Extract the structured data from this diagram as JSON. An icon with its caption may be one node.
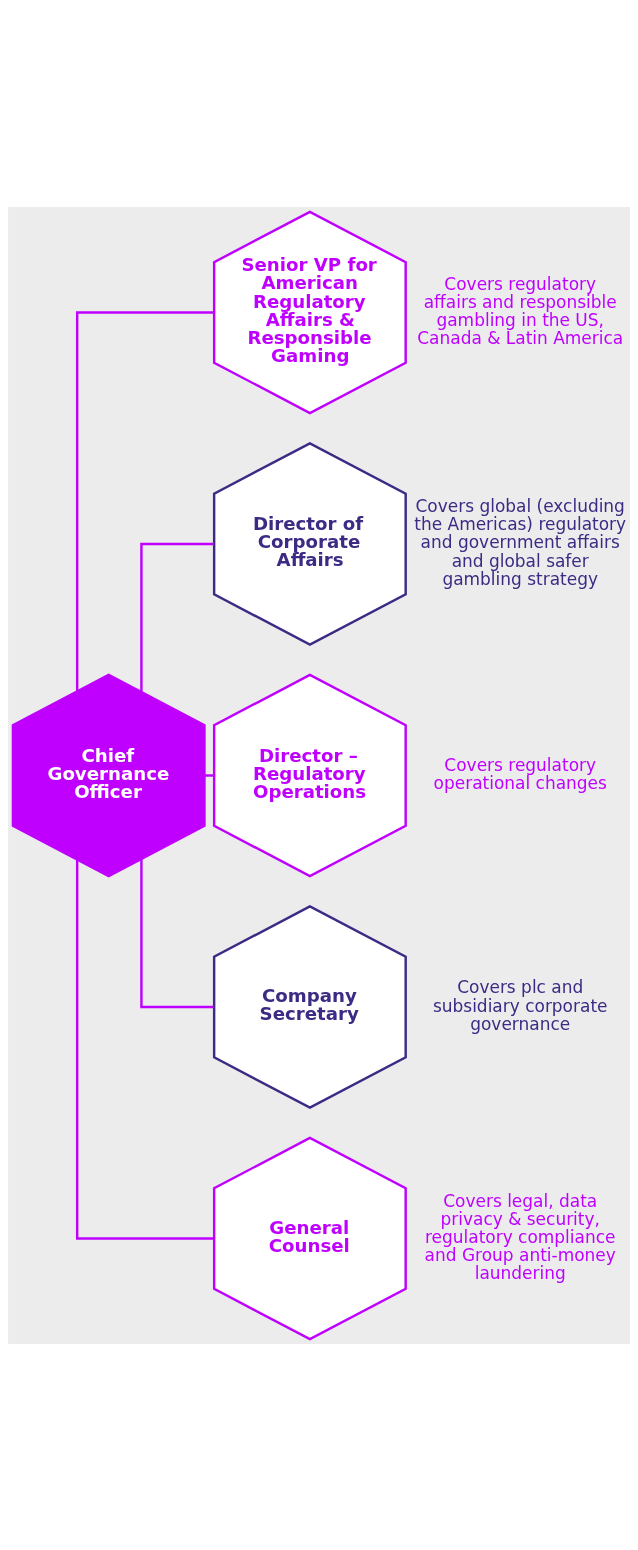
{
  "diagram": {
    "nodes": [
      {
        "text": [
          "Chief Governance Officer"
        ]
      },
      {
        "text": [
          "Senior VP for American Regulatory Affairs & Responsible Gaming"
        ],
        "beside": [
          "Covers regulatory affairs and responsible gambling in the US, Canada & Latin America"
        ]
      },
      {
        "text": [
          "Director of Corporate Affairs"
        ],
        "beside": [
          "Covers global (excluding the Americas) regulatory and government affairs and global safer gambling strategy"
        ]
      },
      {
        "text": [
          "Director – Regulatory Operations"
        ],
        "beside": [
          "Covers regulatory operational changes"
        ]
      },
      {
        "text": [
          "Company Secretary"
        ],
        "beside": [
          "Covers plc and subsidiary corporate governance"
        ]
      },
      {
        "text": [
          "General Counsel"
        ],
        "beside": [
          "Covers legal, data privacy & security, regulatory compliance and Group anti-money laundering"
        ]
      }
    ],
    "edges": [
      {
        "from": 0,
        "to": 1,
        "arrow": "none"
      },
      {
        "from": 0,
        "to": 2,
        "arrow": "none"
      },
      {
        "from": 0,
        "to": 3,
        "arrow": "none"
      },
      {
        "from": 0,
        "to": 4,
        "arrow": "none"
      },
      {
        "from": 0,
        "to": 5,
        "arrow": "none"
      }
    ]
  }
}
